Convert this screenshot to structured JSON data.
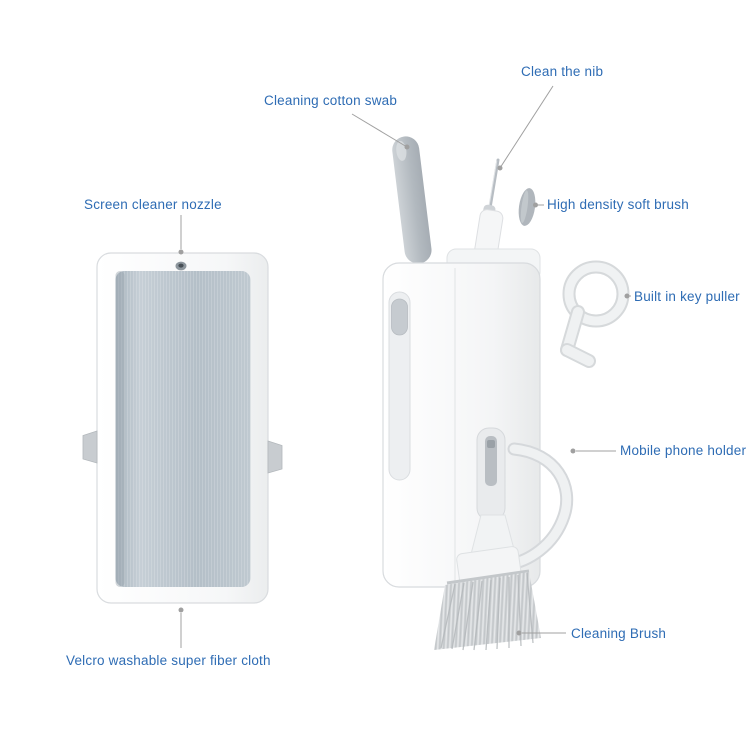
{
  "labels": {
    "clean_nib": "Clean the nib",
    "cotton_swab": "Cleaning cotton swab",
    "soft_brush": "High density soft brush",
    "screen_nozzle": "Screen cleaner nozzle",
    "key_puller": "Built in key puller",
    "phone_holder": "Mobile phone holder",
    "cleaning_brush": "Cleaning Brush",
    "fiber_cloth": "Velcro washable super fiber cloth"
  },
  "colors": {
    "label_text": "#2e6cb4",
    "leader_line": "#a0a0a0",
    "cloth": "#b7c2cb",
    "device_body": "#f8f9fa",
    "bristles": "#cfd2d4"
  }
}
